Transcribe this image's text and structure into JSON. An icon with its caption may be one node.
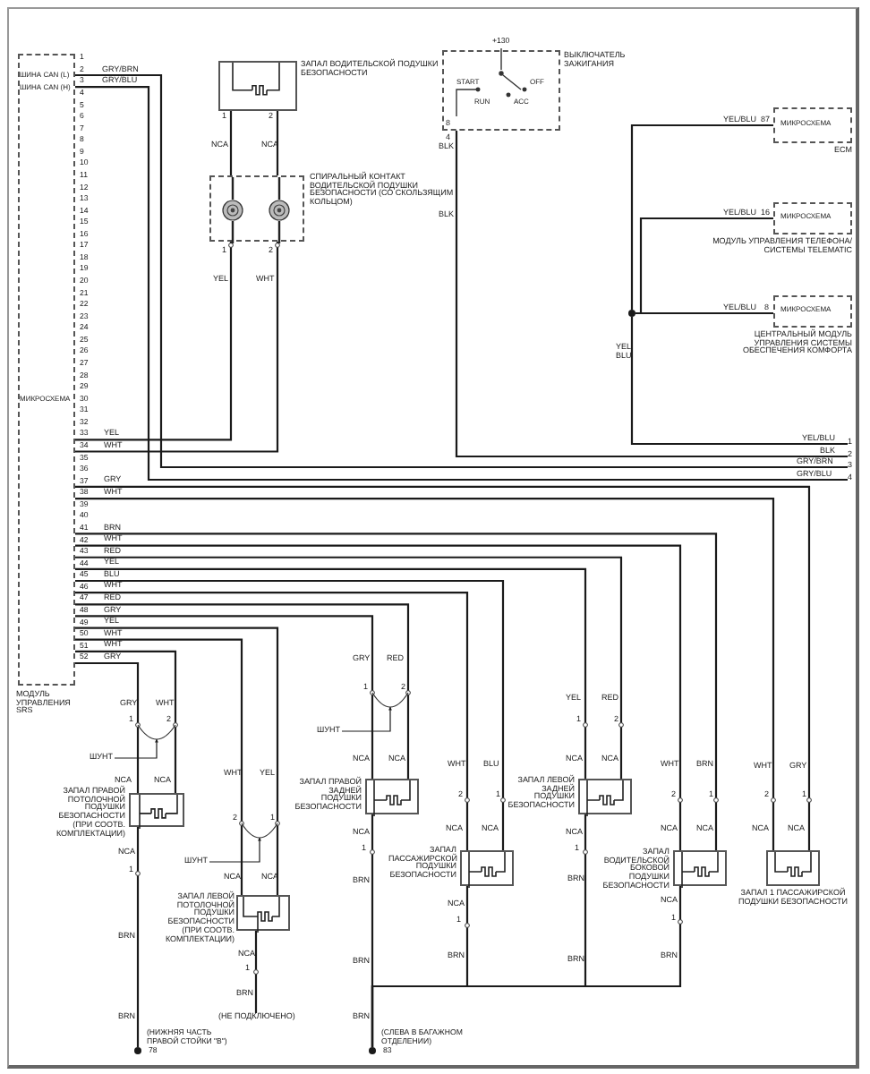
{
  "diagram": {
    "nodes": [
      {
        "text": [
          "ШИНА CAN (L)",
          "ШИНА CAN (H)",
          "МИКРОСХЕМА",
          "МОДУЛЬ УПРАВЛЕНИЯ SRS"
        ],
        "beside": [
          "1",
          "2",
          "3",
          "4",
          "5",
          "6",
          "7",
          "8",
          "9",
          "10",
          "11",
          "12",
          "13",
          "14",
          "15",
          "16",
          "17",
          "18",
          "19",
          "20",
          "21",
          "22",
          "23",
          "24",
          "25",
          "26",
          "27",
          "28",
          "29",
          "30",
          "31",
          "32",
          "33",
          "34",
          "35",
          "36",
          "37",
          "38",
          "39",
          "40",
          "41",
          "42",
          "43",
          "44",
          "45",
          "46",
          "47",
          "48",
          "49",
          "50",
          "51",
          "52"
        ]
      },
      {
        "text": [
          "ВЫКЛЮЧАТЕЛЬ ЗАЖИГАНИЯ",
          "START",
          "RUN",
          "OFF",
          "ACC"
        ],
        "beside": [
          "+130"
        ]
      },
      {
        "text": [
          "ЗАПАЛ ВОДИТЕЛЬСКОЙ ПОДУШКИ БЕЗОПАСНОСТИ"
        ]
      },
      {
        "text": [
          "СПИРАЛЬНЫЙ КОНТАКТ ВОДИТЕЛЬСКОЙ ПОДУШКИ БЕЗОПАСНОСТИ (СО СКОЛЬЗЯЩИМ КОЛЬЦОМ)"
        ]
      },
      {
        "text": [
          "МИКРОСХЕМА",
          "ECM"
        ]
      },
      {
        "text": [
          "МИКРОСХЕМА",
          "МОДУЛЬ УПРАВЛЕНИЯ ТЕЛЕФОНА/СИСТЕМЫ TELEMATIC"
        ]
      },
      {
        "text": [
          "МИКРОСХЕМА",
          "ЦЕНТРАЛЬНЫЙ МОДУЛЬ УПРАВЛЕНИЯ СИСТЕМЫ ОБЕСПЕЧЕНИЯ КОМФОРТА"
        ]
      },
      {
        "text": [],
        "shape": "circle"
      },
      {
        "text": [
          "ЗАПАЛ ПРАВОЙ ПОТОЛОЧНОЙ ПОДУШКИ БЕЗОПАСНОСТИ (ПРИ СООТВ. КОМПЛЕКТАЦИИ)"
        ]
      },
      {
        "text": [
          "ЗАПАЛ ЛЕВОЙ ПОТОЛОЧНОЙ ПОДУШКИ БЕЗОПАСНОСТИ (ПРИ СООТВ. КОМПЛЕКТАЦИИ)"
        ]
      },
      {
        "text": [
          "ЗАПАЛ ПРАВОЙ ЗАДНЕЙ ПОДУШКИ БЕЗОПАСНОСТИ"
        ]
      },
      {
        "text": [
          "ЗАПАЛ ПАССАЖИРСКОЙ ПОДУШКИ БЕЗОПАСНОСТИ"
        ]
      },
      {
        "text": [
          "ЗАПАЛ ЛЕВОЙ ЗАДНЕЙ ПОДУШКИ БЕЗОПАСНОСТИ"
        ]
      },
      {
        "text": [
          "ЗАПАЛ ВОДИТЕЛЬСКОЙ БОКОВОЙ ПОДУШКИ БЕЗОПАСНОСТИ"
        ]
      },
      {
        "text": [
          "ЗАПАЛ 1 ПАССАЖИРСКОЙ ПОДУШКИ БЕЗОПАСНОСТИ"
        ]
      },
      {
        "text": [],
        "shape": "circle",
        "beside": [
          "(НИЖНЯЯ ЧАСТЬ ПРАВОЙ СТОЙКИ \"B\")",
          "78"
        ]
      },
      {
        "text": [
          "(НЕ ПОДКЛЮЧЕНО)"
        ]
      },
      {
        "text": [],
        "shape": "circle",
        "beside": [
          "(СЛЕВА В БАГАЖНОМ ОТДЕЛЕНИИ)",
          "83"
        ]
      },
      {
        "text": [
          "ШУНТ"
        ]
      },
      {
        "text": [
          "ШУНТ"
        ]
      },
      {
        "text": [
          "ШУНТ"
        ]
      },
      {
        "text": [
          "1"
        ]
      },
      {
        "text": [
          "2"
        ]
      },
      {
        "text": [
          "3"
        ]
      },
      {
        "text": [
          "4"
        ]
      },
      {
        "text": [],
        "shape": "arc"
      },
      {
        "text": [],
        "shape": "arc"
      },
      {
        "text": [],
        "shape": "arc"
      }
    ],
    "edges": [
      {
        "from": 0,
        "to": 23,
        "arrow": "none",
        "label": "GRY/BRN"
      },
      {
        "from": 0,
        "to": 24,
        "arrow": "none",
        "label": "GRY/BLU"
      },
      {
        "from": 1,
        "to": 22,
        "arrow": "none",
        "label": "BLK"
      },
      {
        "from": 4,
        "to": 7,
        "arrow": "none",
        "label": "YEL/BLU"
      },
      {
        "from": 5,
        "to": 7,
        "arrow": "none",
        "label": "YEL/BLU"
      },
      {
        "from": 6,
        "to": 7,
        "arrow": "none",
        "label": "YEL/BLU"
      },
      {
        "from": 7,
        "to": 21,
        "arrow": "none",
        "label": "YEL BLU"
      },
      {
        "from": 3,
        "to": 2,
        "arrow": "none",
        "label": "NCA"
      },
      {
        "from": 3,
        "to": 2,
        "arrow": "none",
        "label": "NCA"
      },
      {
        "from": 0,
        "to": 3,
        "arrow": "none",
        "label": "YEL"
      },
      {
        "from": 0,
        "to": 3,
        "arrow": "none",
        "label": "WHT"
      },
      {
        "from": 0,
        "to": 14,
        "arrow": "none",
        "label": "GRY"
      },
      {
        "from": 0,
        "to": 14,
        "arrow": "none",
        "label": "WHT"
      },
      {
        "from": 0,
        "to": 13,
        "arrow": "none",
        "label": "BRN"
      },
      {
        "from": 0,
        "to": 13,
        "arrow": "none",
        "label": "WHT"
      },
      {
        "from": 0,
        "to": 12,
        "arrow": "none",
        "label": "RED"
      },
      {
        "from": 0,
        "to": 12,
        "arrow": "none",
        "label": "YEL"
      },
      {
        "from": 0,
        "to": 11,
        "arrow": "none",
        "label": "BLU"
      },
      {
        "from": 0,
        "to": 11,
        "arrow": "none",
        "label": "WHT"
      },
      {
        "from": 0,
        "to": 10,
        "arrow": "none",
        "label": "RED"
      },
      {
        "from": 0,
        "to": 10,
        "arrow": "none",
        "label": "GRY"
      },
      {
        "from": 0,
        "to": 9,
        "arrow": "none",
        "label": "YEL"
      },
      {
        "from": 0,
        "to": 9,
        "arrow": "none",
        "label": "WHT"
      },
      {
        "from": 0,
        "to": 8,
        "arrow": "none",
        "label": "WHT"
      },
      {
        "from": 0,
        "to": 8,
        "arrow": "none",
        "label": "GRY"
      },
      {
        "from": 8,
        "to": 15,
        "arrow": "none",
        "label": "BRN"
      },
      {
        "from": 9,
        "to": 16,
        "arrow": "none",
        "label": "BRN"
      },
      {
        "from": 10,
        "to": 17,
        "arrow": "none",
        "label": "BRN"
      },
      {
        "from": 11,
        "to": 17,
        "arrow": "none",
        "label": "BRN"
      },
      {
        "from": 12,
        "to": 17,
        "arrow": "none",
        "label": "BRN"
      },
      {
        "from": 13,
        "to": 17,
        "arrow": "none",
        "label": "BRN"
      },
      {
        "from": 18,
        "to": 25,
        "arrow": "to"
      },
      {
        "from": 19,
        "to": 26,
        "arrow": "to"
      },
      {
        "from": 20,
        "to": 27,
        "arrow": "to"
      }
    ],
    "labels": [
      "YEL/BLU",
      "BLK",
      "GRY/BRN",
      "GRY/BLU",
      "87",
      "16",
      "8",
      "8",
      "4",
      "BLK",
      "1",
      "2",
      "1",
      "2",
      "YEL",
      "WHT",
      "GRY",
      "WHT",
      "1",
      "2",
      "NCA",
      "NCA",
      "NCA",
      "1",
      "BRN",
      "WHT",
      "YEL",
      "2",
      "1",
      "NCA",
      "NCA",
      "NCA",
      "1",
      "GRY",
      "RED",
      "1",
      "2",
      "NCA",
      "NCA",
      "NCA",
      "1",
      "BRN",
      "BRN",
      "WHT",
      "BLU",
      "2",
      "1",
      "NCA",
      "NCA",
      "NCA",
      "1",
      "YEL",
      "RED",
      "1",
      "2",
      "NCA",
      "NCA",
      "NCA",
      "1",
      "BRN",
      "WHT",
      "BRN",
      "2",
      "1",
      "NCA",
      "NCA",
      "NCA",
      "1",
      "WHT",
      "GRY",
      "2",
      "1",
      "NCA",
      "NCA"
    ]
  }
}
